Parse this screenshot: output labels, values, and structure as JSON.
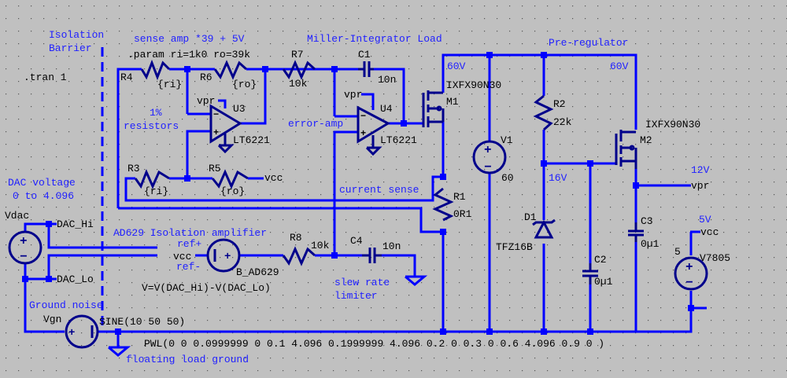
{
  "comments": {
    "isolation": "Isolation",
    "barrier": "Barrier",
    "sense_amp": "sense amp *39 + 5V",
    "miller": "Miller-Integrator Load",
    "pre_reg": "Pre-regulator",
    "one_pct": "1%",
    "resistors": "resistors",
    "error_amp": "error-amp",
    "current_sense": "current sense",
    "dac_voltage": "DAC voltage",
    "dac_range": "0 to 4.096",
    "ad629_title": "AD629 Isolation amplifier",
    "ref_plus": "ref+",
    "ref_minus": "ref-",
    "slew_rate": "slew rate",
    "limiter": "limiter",
    "ground_noise": "Ground noise",
    "floating_ground": "floating load ground",
    "v60_a": "60V",
    "v60_b": "60V",
    "v16": "16V",
    "v12": "12V",
    "v5": "5V"
  },
  "directives": {
    "param": ".param ri=1k0 ro=39k",
    "tran": ".tran 1"
  },
  "components": {
    "R4": {
      "name": "R4",
      "value": "{ri}"
    },
    "R6": {
      "name": "R6",
      "value": "{ro}"
    },
    "R7": {
      "name": "R7",
      "value": "10k"
    },
    "R3": {
      "name": "R3",
      "value": "{ri}"
    },
    "R5": {
      "name": "R5",
      "value": "{ro}"
    },
    "R1": {
      "name": "R1",
      "value": "0R1"
    },
    "R2": {
      "name": "R2",
      "value": "22k"
    },
    "R8": {
      "name": "R8",
      "value": "10k"
    },
    "C1": {
      "name": "C1",
      "value": "10n"
    },
    "C2": {
      "name": "C2",
      "value": "0µ1"
    },
    "C3": {
      "name": "C3",
      "value": "0µ1"
    },
    "C4": {
      "name": "C4",
      "value": "10n"
    },
    "U3": {
      "name": "U3",
      "value": "LT6221"
    },
    "U4": {
      "name": "U4",
      "value": "LT6221"
    },
    "M1": {
      "name": "M1",
      "value": "IXFX90N30"
    },
    "M2": {
      "name": "M2",
      "value": "IXFX90N30"
    },
    "V1": {
      "name": "V1",
      "value": "60"
    },
    "D1": {
      "name": "D1",
      "value": "TFZ16B"
    },
    "V7805": {
      "name": "V7805",
      "value": "5"
    },
    "Vdac": {
      "name": "Vdac",
      "value": "PWL(0 0  0.0999999 0  0.1 4.096  0.1999999 4.096  0.2 0  0.3 0  0.6 4.096  0.9 0 )"
    },
    "Vgn": {
      "name": "Vgn",
      "value": "SINE(10 50 50)"
    },
    "B_AD629": {
      "name": "B_AD629",
      "value": "V=V(DAC_Hi)-V(DAC_Lo)"
    }
  },
  "nets": {
    "vpr_u3": "vpr",
    "vpr_u4": "vpr",
    "vpr_out": "vpr",
    "vcc_r5": "vcc",
    "vcc_b": "vcc",
    "vcc_reg": "vcc",
    "dac_hi": "DAC_Hi",
    "dac_lo": "DAC_Lo"
  }
}
